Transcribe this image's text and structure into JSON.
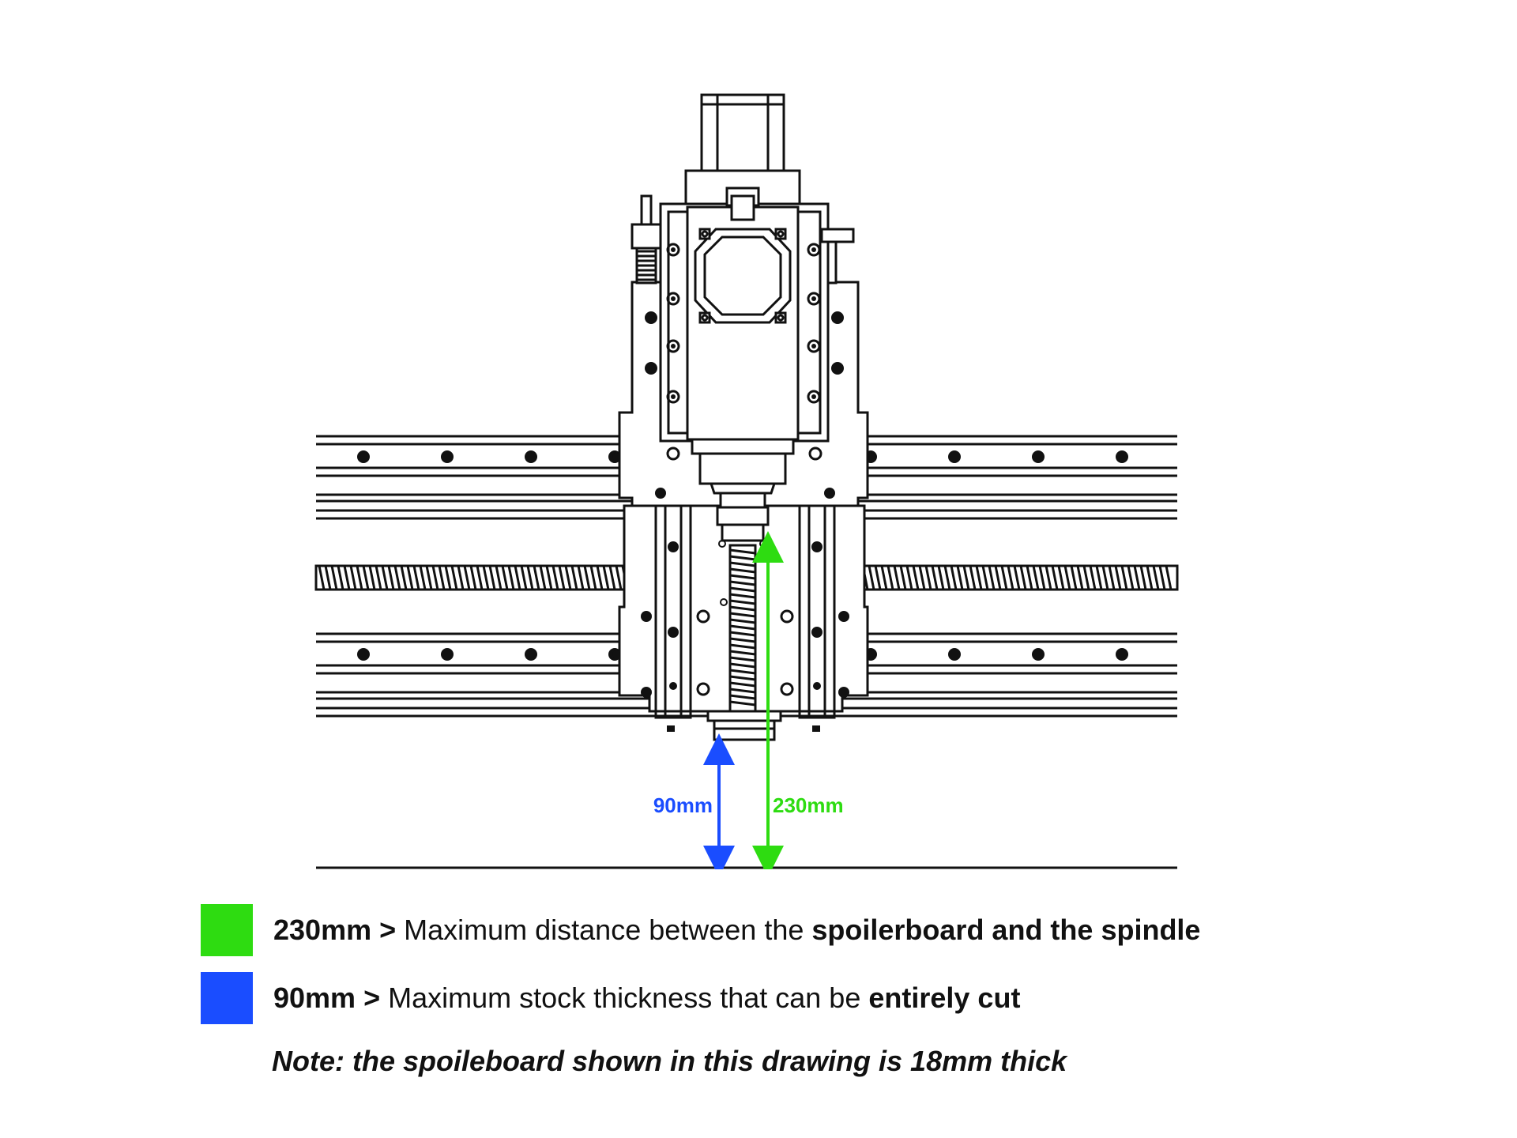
{
  "dimensions": {
    "total": {
      "label": "230mm",
      "color": "#2edc11"
    },
    "stock": {
      "label": "90mm",
      "color": "#1a4dff"
    }
  },
  "legend": [
    {
      "color": "#2edc11",
      "value": "230mm >",
      "text": "Maximum distance between the",
      "emphasis": "spoilerboard and the spindle"
    },
    {
      "color": "#1a4dff",
      "value": "90mm >",
      "text": "Maximum stock thickness that can be",
      "emphasis": "entirely cut"
    }
  ],
  "note": "Note: the spoileboard shown in this drawing is 18mm thick"
}
